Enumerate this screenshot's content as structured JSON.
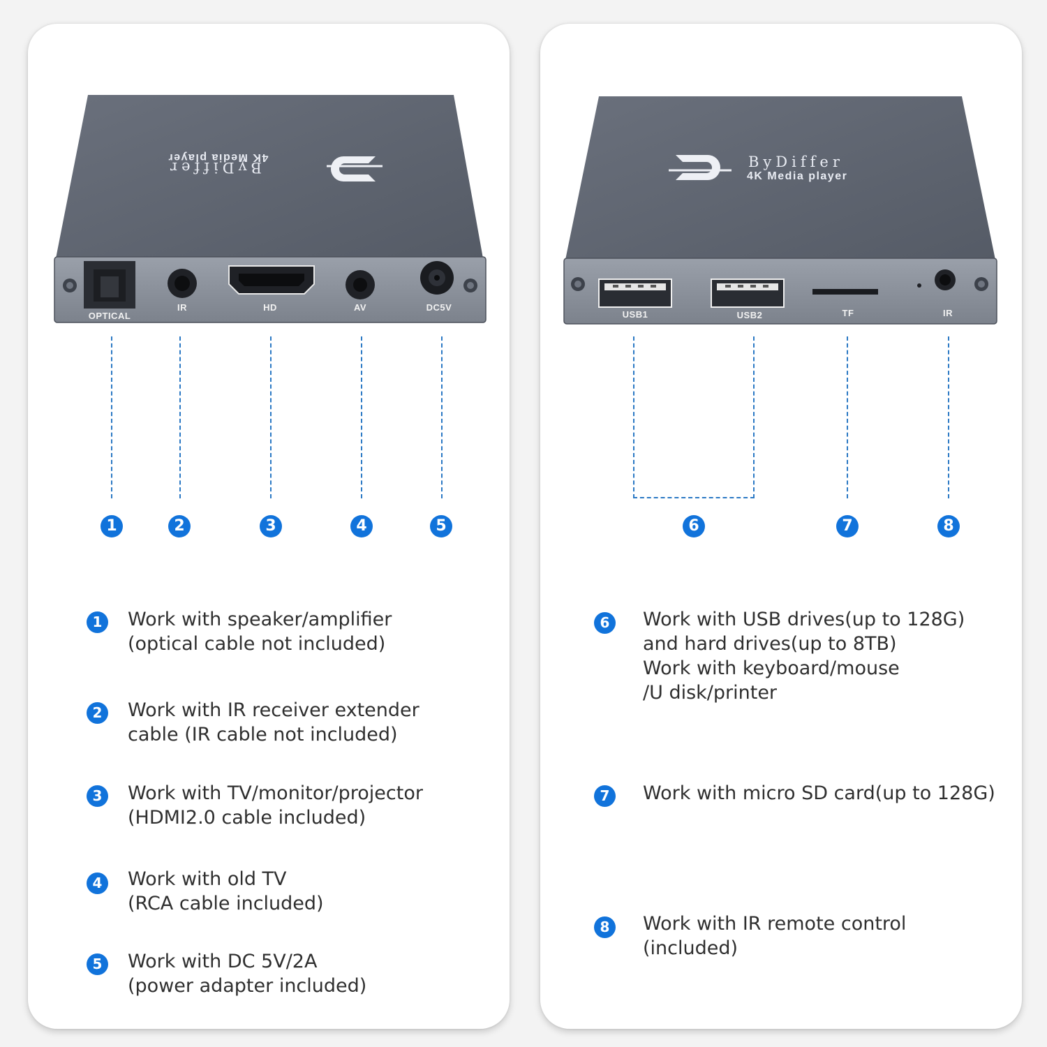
{
  "brand": {
    "name": "ByDiffer",
    "subtitle": "4K Media player"
  },
  "left_panel": {
    "port_labels": [
      "OPTICAL",
      "IR",
      "HD",
      "AV",
      "DC5V"
    ],
    "callouts": [
      "1",
      "2",
      "3",
      "4",
      "5"
    ],
    "descriptions": [
      {
        "number": "1",
        "lines": [
          "Work with speaker/amplifier",
          "(optical cable not included)"
        ]
      },
      {
        "number": "2",
        "lines": [
          "Work with IR receiver extender",
          "cable (IR cable not included)"
        ]
      },
      {
        "number": "3",
        "lines": [
          "Work with TV/monitor/projector",
          "(HDMI2.0 cable included)"
        ]
      },
      {
        "number": "4",
        "lines": [
          "Work with old TV",
          "(RCA cable included)"
        ]
      },
      {
        "number": "5",
        "lines": [
          "Work with DC 5V/2A",
          "(power adapter included)"
        ]
      }
    ]
  },
  "right_panel": {
    "port_labels": [
      "USB1",
      "USB2",
      "TF",
      "IR"
    ],
    "callouts": [
      "6",
      "7",
      "8"
    ],
    "descriptions": [
      {
        "number": "6",
        "lines": [
          "Work with USB drives(up to 128G)",
          "and hard drives(up to 8TB)",
          "Work with keyboard/mouse",
          "/U disk/printer"
        ]
      },
      {
        "number": "7",
        "lines": [
          "Work with micro SD card(up to 128G)"
        ]
      },
      {
        "number": "8",
        "lines": [
          "Work with IR remote control",
          "(included)"
        ]
      }
    ]
  },
  "colors": {
    "accent": "#1173db",
    "device_top": "#5e6470",
    "device_front": "#878d97",
    "card": "#ffffff",
    "background": "#f3f3f3"
  }
}
